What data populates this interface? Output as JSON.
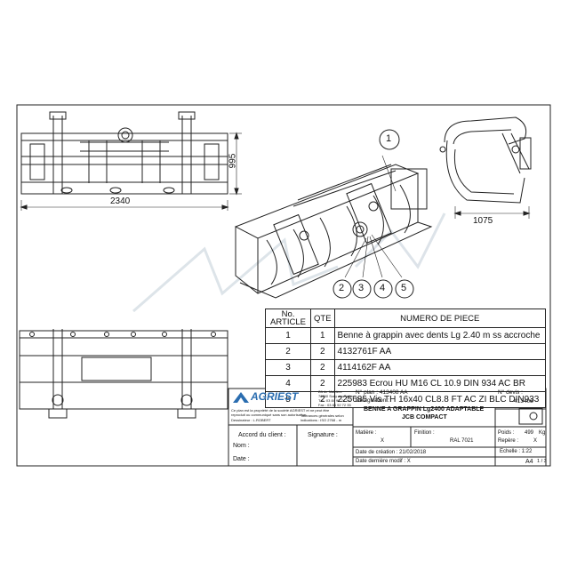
{
  "dimensions": {
    "height_side": "995",
    "width_front": "2340",
    "depth_side": "1075"
  },
  "balloons": [
    "1",
    "2",
    "3",
    "4",
    "5"
  ],
  "bom": {
    "headers": {
      "no": "No.",
      "article": "ARTICLE",
      "qty": "QTE",
      "part": "NUMERO DE PIECE"
    },
    "rows": [
      {
        "no": "1",
        "qty": "1",
        "part": "Benne à grappin avec dents Lg 2.40 m ss accroche"
      },
      {
        "no": "2",
        "qty": "2",
        "part": "4132761F AA"
      },
      {
        "no": "3",
        "qty": "2",
        "part": "4114162F AA"
      },
      {
        "no": "4",
        "qty": "2",
        "part": "225983 Ecrou HU M16 CL 10.9 DIN 934 AC BR"
      },
      {
        "no": "5",
        "qty": "2",
        "part": "225685 Vis TH 16x40 CL8.8 FT AC ZI BLC DIN933"
      }
    ]
  },
  "title_block": {
    "company": "AGRIEST",
    "address1": "ZA de Maizière",
    "address2": "70360 Scey sur Saône",
    "tel": "Tél : 03 84 92 74 74",
    "fax": "Fax : 03 84 92 72 35",
    "notice1": "Ce plan est la propriété de la société AGRIEST et ne peut être",
    "notice2": "reproduit ou communiqué sans son autorisation",
    "designer": "Dessinateur : L.ROBERT",
    "tol1": "Tolérances générales selon",
    "tol2": "indications : ISO 2768 - m",
    "client_label": "Accord du client :",
    "signature_label": "Signature :",
    "name_label": "Nom :",
    "date_label": "Date :",
    "plan_label": "N° plan : 413408 AA",
    "devis_label": "N° devis :",
    "devis_value": "413408",
    "designation_label": "Désignation :",
    "designation_line1": "BENNE A GRAPPIN Lg2400 ADAPTABLE",
    "designation_line2": "JCB COMPACT",
    "matiere_label": "Matière :",
    "matiere_value": "X",
    "finition_label": "Finition :",
    "finition_value": "RAL 7021",
    "poids_label": "Poids :",
    "poids_value": "499",
    "poids_unit": "Kg",
    "repere_label": "Repère :",
    "repere_value": "X",
    "echelle_label": "Echelle : 1:22",
    "creation_label": "Date de création : 21/02/2018",
    "modif_label": "Date dernière modif : X",
    "format": "A4",
    "sheet": "1 / 3"
  }
}
